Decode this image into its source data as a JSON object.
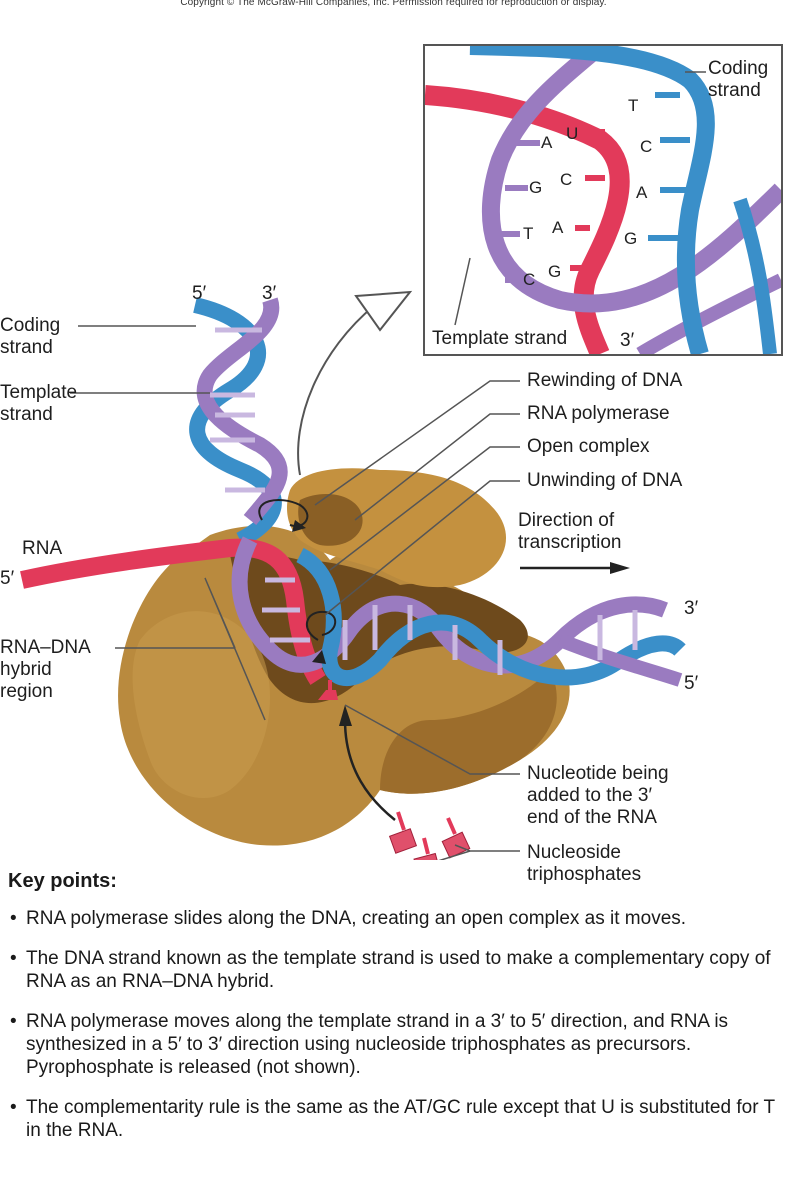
{
  "copyright": "Copyright © The McGraw-Hill Companies, Inc. Permission required for reproduction or display.",
  "labels": {
    "coding_strand_left": "Coding\nstrand",
    "template_strand_left": "Template\nstrand",
    "rna": "RNA",
    "rna_5prime": "5′",
    "rna_dna_hybrid": "RNA–DNA\nhybrid\nregion",
    "top_5prime": "5′",
    "top_3prime": "3′",
    "rewinding": "Rewinding of DNA",
    "rna_polymerase": "RNA polymerase",
    "open_complex": "Open complex",
    "unwinding": "Unwinding of DNA",
    "direction": "Direction of\ntranscription",
    "right_3prime": "3′",
    "right_5prime": "5′",
    "nucleotide_added": "Nucleotide being\nadded to the 3′\nend of the RNA",
    "nucleoside_triphosphates": "Nucleoside\ntriphosphates"
  },
  "inset": {
    "coding_strand": "Coding\nstrand",
    "template_strand": "Template strand",
    "three_prime": "3′",
    "bases": {
      "template": [
        "A",
        "G",
        "T",
        "C"
      ],
      "rna": [
        "U",
        "C",
        "A",
        "G"
      ],
      "coding": [
        "T",
        "C",
        "A",
        "G"
      ]
    }
  },
  "key_points": {
    "title": "Key points:",
    "items": [
      "RNA polymerase slides along the DNA, creating an open complex as it moves.",
      "The DNA strand known as the template strand is used to make a complementary copy of RNA as an RNA–DNA hybrid.",
      "RNA polymerase moves along the template strand in a 3′ to 5′ direction, and RNA is synthesized in a 5′ to 3′ direction using nucleoside triphosphates as precursors. Pyrophosphate is released (not shown).",
      "The complementarity rule is the same as the AT/GC rule except that U is substituted for T in the RNA."
    ],
    "bullet": "•"
  },
  "colors": {
    "polymerase": "#b98a3e",
    "polymerase_dark": "#6e4a1c",
    "coding": "#3a8fc9",
    "template": "#9a7bc0",
    "rna": "#e23a5a"
  }
}
